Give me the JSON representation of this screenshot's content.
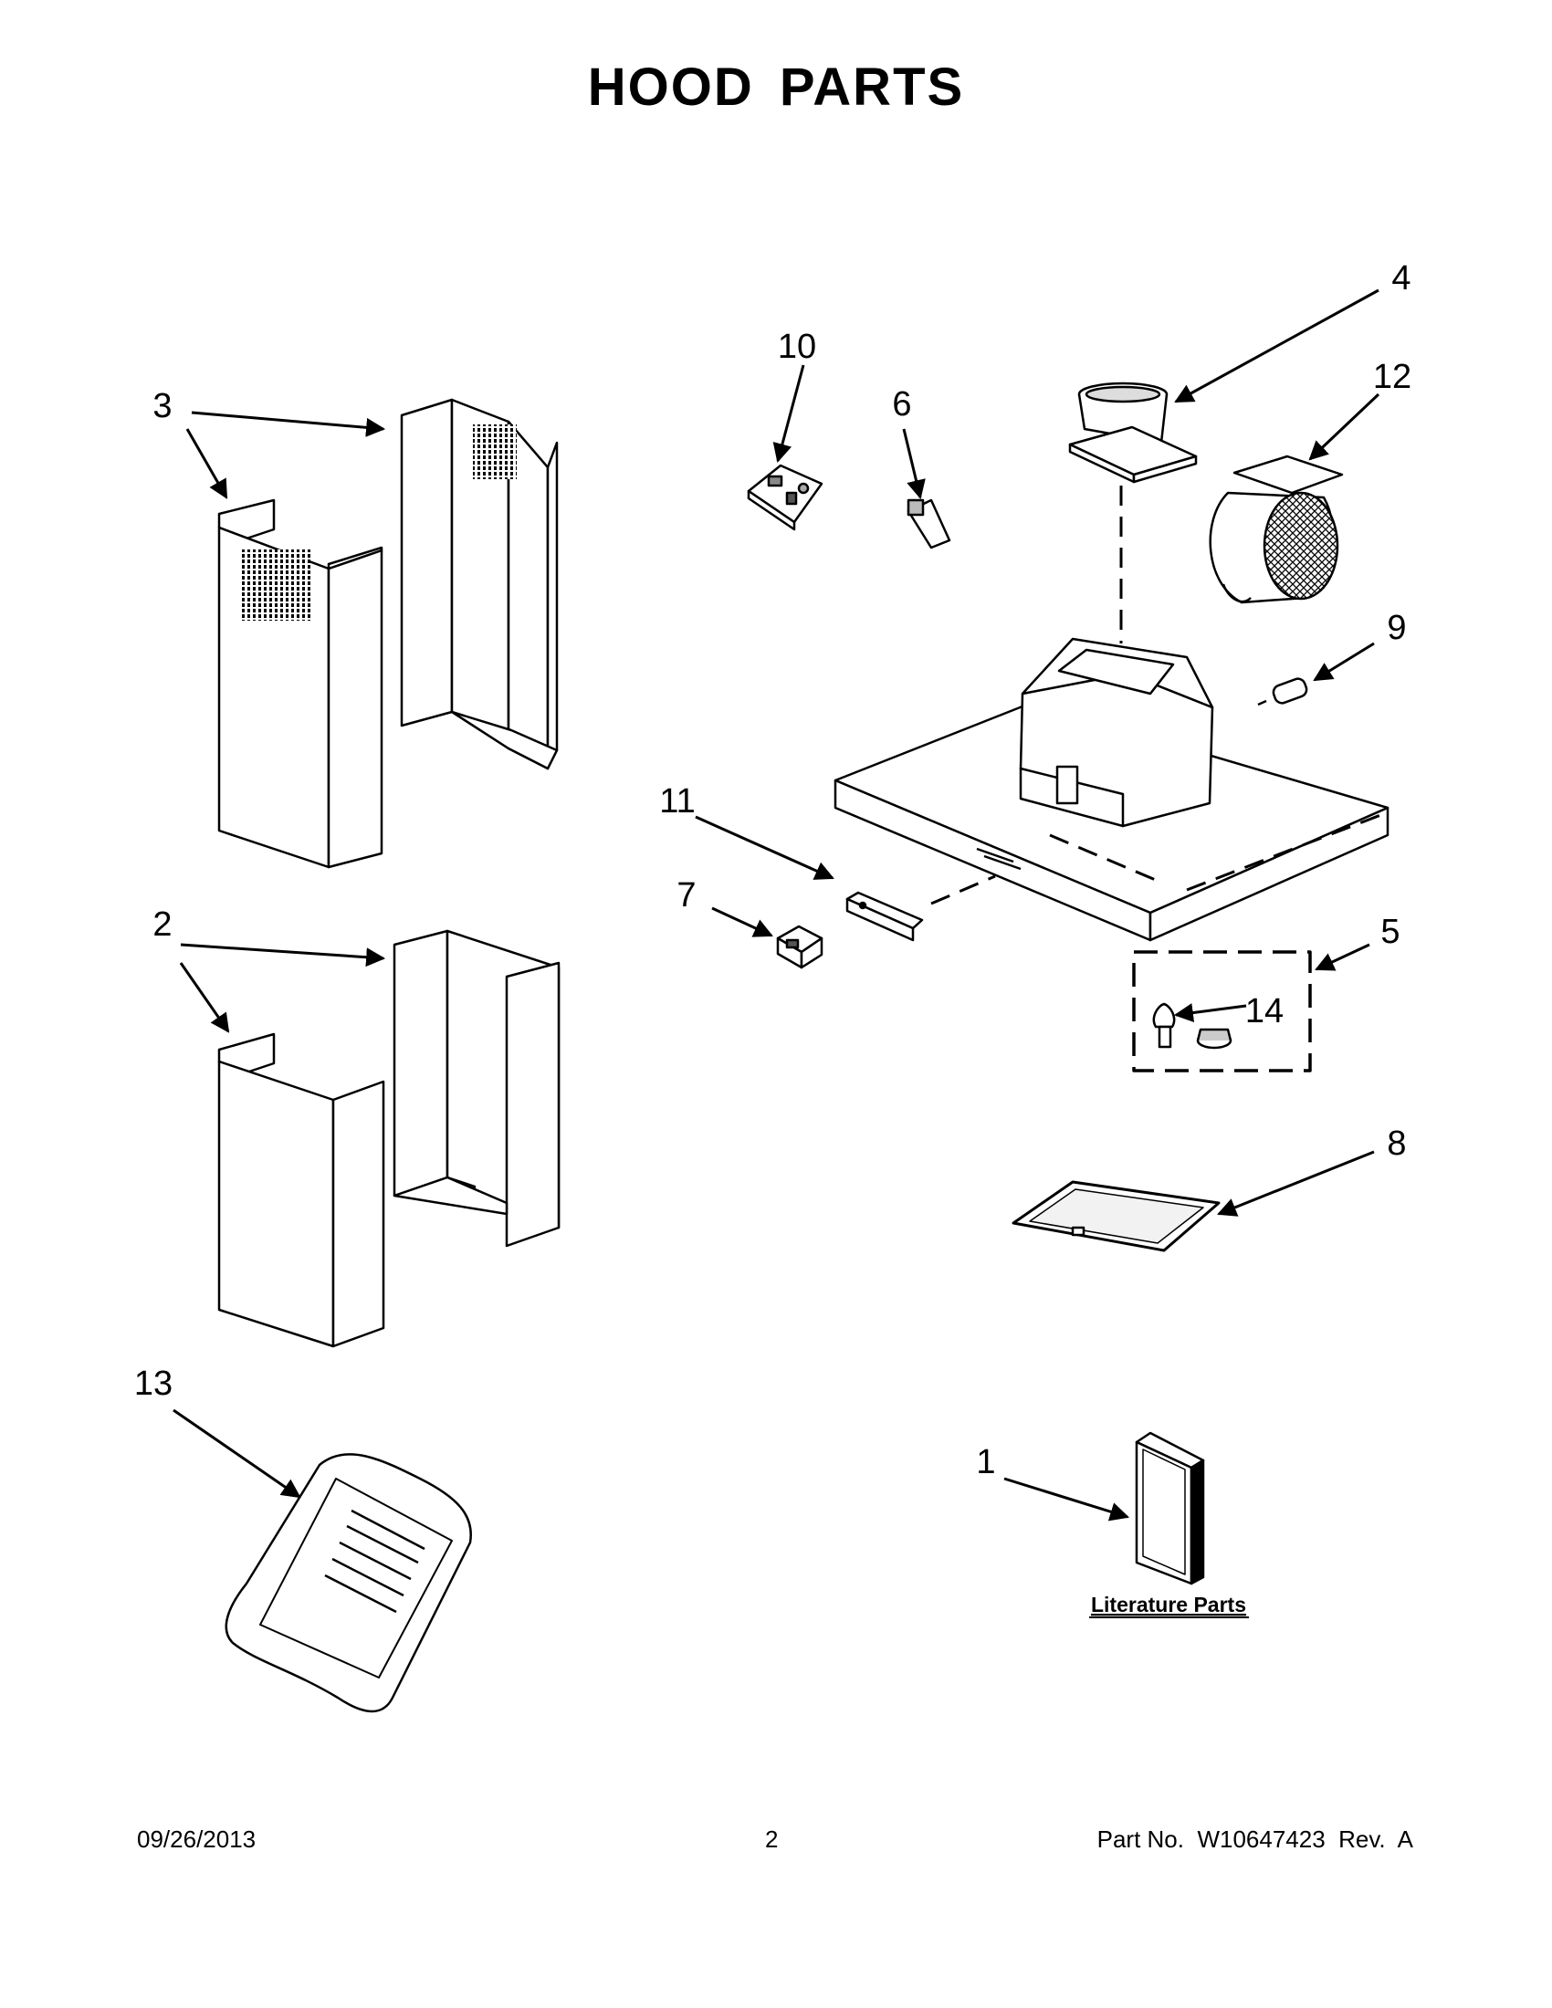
{
  "title": "HOOD PARTS",
  "callouts": [
    "1",
    "2",
    "3",
    "4",
    "5",
    "6",
    "7",
    "8",
    "9",
    "10",
    "11",
    "12",
    "13",
    "14"
  ],
  "literature_label": "Literature Parts",
  "footer": {
    "date": "09/26/2013",
    "page": "2",
    "part_no": "Part No.  W10647423  Rev.  A"
  }
}
